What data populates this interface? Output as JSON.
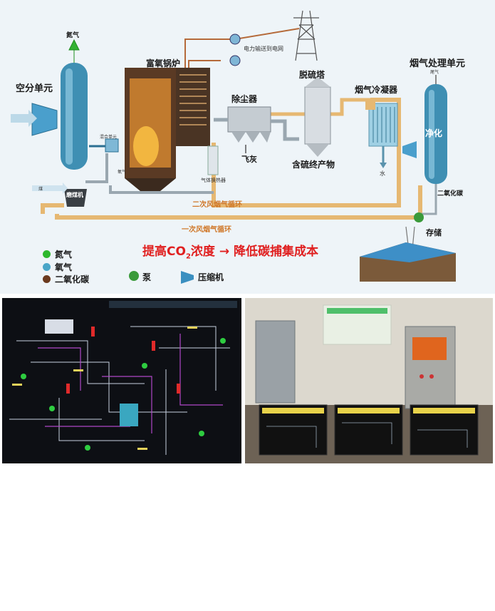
{
  "diagram": {
    "units": {
      "air_separation": "空分单元",
      "oxy_boiler": "富氧锅炉",
      "dust_removal": "除尘器",
      "desulfurization": "脱硫塔",
      "flue_condenser": "烟气冷凝器",
      "flue_treatment": "烟气处理单元",
      "purification": "净化",
      "coal_mill": "磨煤机",
      "mixer": "混合单元",
      "gas_heater": "气体换热器"
    },
    "outputs": {
      "nitrogen": "氮气",
      "fly_ash": "飞灰",
      "sulfur_products": "含硫终产物",
      "water": "水",
      "co2": "二氧化碳",
      "storage": "存储",
      "power_grid": "电力输送到电网",
      "coal": "煤",
      "oxygen_feed": "氧气",
      "exhaust": "尾气"
    },
    "loops": {
      "secondary": "二次风烟气循环",
      "primary": "一次风烟气循环"
    },
    "headline_pre": "提高CO",
    "headline_sub": "2",
    "headline_post": "浓度 → 降低碳捕集成本",
    "legend": [
      {
        "label": "氮气",
        "color": "#2db82d",
        "icon": "nitrogen-dot"
      },
      {
        "label": "氧气",
        "color": "#4aa6c8",
        "icon": "oxygen-dot"
      },
      {
        "label": "二氧化碳",
        "color": "#6b3a1e",
        "icon": "co2-dot"
      },
      {
        "label": "泵",
        "color": "#3a9a3a",
        "icon": "pump-icon"
      },
      {
        "label": "压缩机",
        "color": "#3a8fc0",
        "icon": "compressor-icon"
      }
    ]
  },
  "hmi": {
    "title": "锅炉空气"
  }
}
